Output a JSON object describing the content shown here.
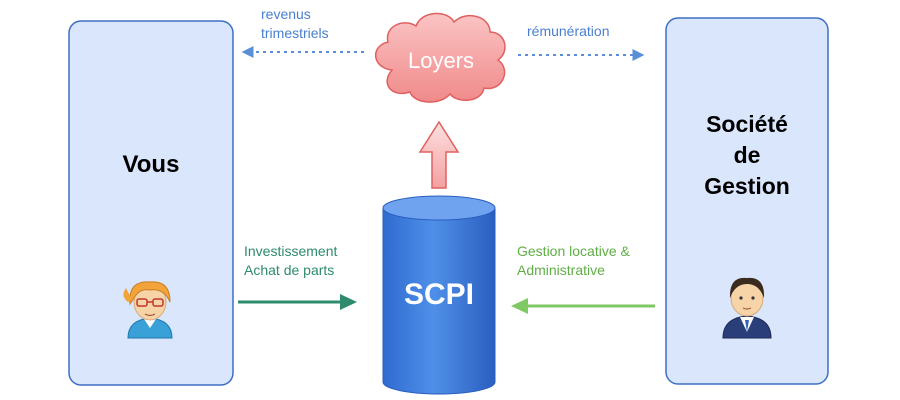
{
  "labels": {
    "vous": "Vous",
    "societe_line1": "Société",
    "societe_line2": "de",
    "societe_line3": "Gestion",
    "scpi": "SCPI",
    "loyers": "Loyers",
    "revenus_line1": "revenus",
    "revenus_line2": "trimestriels",
    "remuneration": "rémunération",
    "invest_line1": "Investissement",
    "invest_line2": "Achat de parts",
    "gestion_line1": "Gestion locative &",
    "gestion_line2": "Administrative"
  },
  "colors": {
    "panel_fill": "#d9e6fb",
    "panel_stroke": "#3f6fc4",
    "cylinder": "#3f7fe0",
    "cloud_fill": "#f6a3a3",
    "cloud_stroke": "#e06060",
    "dotted_arrow": "#5a8fd8",
    "invest_arrow": "#2e8b6e",
    "gestion_arrow": "#7fc863"
  },
  "icons": {
    "left_person": "woman-glasses-icon",
    "right_person": "businessman-icon"
  }
}
